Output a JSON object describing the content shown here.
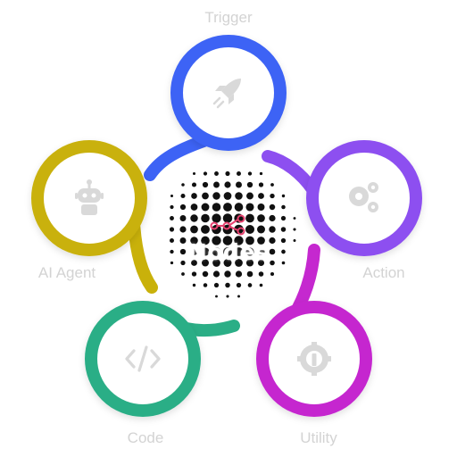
{
  "diagram": {
    "center": {
      "title": "Nodes",
      "icon": "nodes-icon",
      "accent": "#e8416f"
    },
    "nodes": [
      {
        "id": "trigger",
        "label": "Trigger",
        "icon": "rocket-icon",
        "color": "#3d63f5"
      },
      {
        "id": "action",
        "label": "Action",
        "icon": "gears-icon",
        "color": "#8d4ff0"
      },
      {
        "id": "utility",
        "label": "Utility",
        "icon": "wrench-gear-icon",
        "color": "#c528cf"
      },
      {
        "id": "code",
        "label": "Code",
        "icon": "code-icon",
        "color": "#2bae86"
      },
      {
        "id": "ai-agent",
        "label": "AI Agent",
        "icon": "robot-icon",
        "color": "#c9b10a"
      }
    ],
    "label_color": "#d3d3d3",
    "icon_color": "#d9d9d9"
  }
}
